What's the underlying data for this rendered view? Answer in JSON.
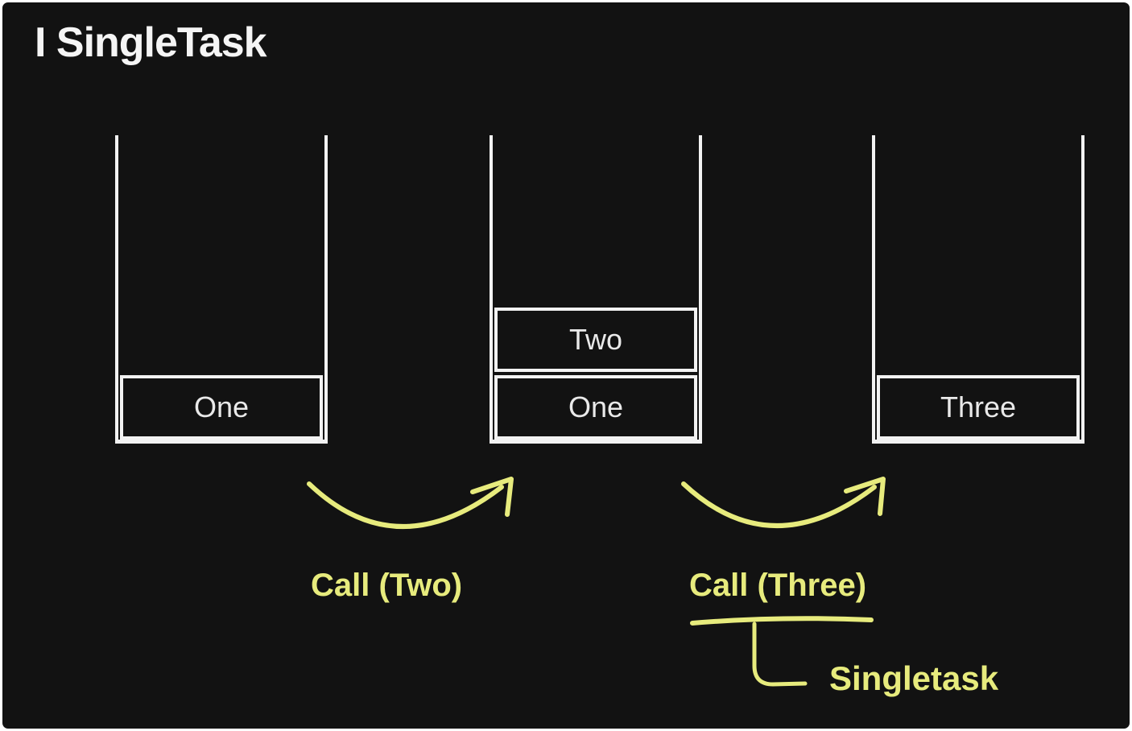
{
  "title": "I SingleTask",
  "colors": {
    "background": "#121212",
    "stroke": "#f2f2f2",
    "accent": "#e7eb7d",
    "box_text": "#e9e9e9"
  },
  "stacks": [
    {
      "name": "task-stack-1",
      "items": [
        "One"
      ]
    },
    {
      "name": "task-stack-2",
      "items": [
        "Two",
        "One"
      ]
    },
    {
      "name": "task-stack-3",
      "items": [
        "Three"
      ]
    }
  ],
  "annotations": {
    "call_two_label": "Call (Two)",
    "call_three_label": "Call (Three)",
    "singletask_label": "Singletask"
  }
}
